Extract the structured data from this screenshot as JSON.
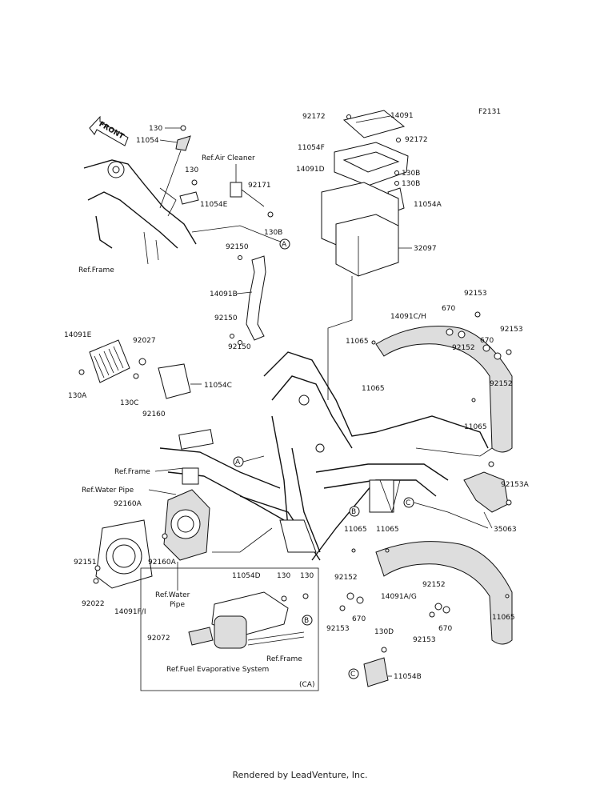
{
  "figure_code": "F2131",
  "front_arrow": "FRONT",
  "footer": "Rendered by LeadVenture, Inc.",
  "circle_refs": {
    "a": "A",
    "b": "B",
    "c": "C"
  },
  "labels": {
    "p130_top": "130",
    "p11054_top": "11054",
    "ref_air_cleaner": "Ref.Air Cleaner",
    "p130_mid": "130",
    "p92171": "92171",
    "p11054E": "11054E",
    "p130B_left": "130B",
    "ref_frame_top": "Ref.Frame",
    "p92150_a": "92150",
    "p14091B": "14091B",
    "p92150_b": "92150",
    "p92150_c": "92150",
    "p92172_left": "92172",
    "p14091": "14091",
    "p11054F": "11054F",
    "p92172_right": "92172",
    "p14091D": "14091D",
    "p130B_r1": "130B",
    "p130B_r2": "130B",
    "p11054A": "11054A",
    "p32097": "32097",
    "p92153_top": "92153",
    "p670_a": "670",
    "p14091CH": "14091C/H",
    "p92153_r": "92153",
    "p11065_a": "11065",
    "p92152_a": "92152",
    "p670_b": "670",
    "p11065_b": "11065",
    "p92152_b": "92152",
    "p11065_c": "11065",
    "p14091E": "14091E",
    "p92027": "92027",
    "p11054C": "11054C",
    "p130A": "130A",
    "p130C": "130C",
    "p92160": "92160",
    "ref_frame_mid": "Ref.Frame",
    "ref_water_pipe_a": "Ref.Water Pipe",
    "p92160A_a": "92160A",
    "p92160A_b": "92160A",
    "p92151": "92151",
    "p92022": "92022",
    "p14091FI": "14091F/I",
    "ref_water_pipe_b1": "Ref.Water",
    "ref_water_pipe_b2": "Pipe",
    "p92153A": "92153A",
    "p35063": "35063",
    "p11065_d": "11065",
    "p11065_e": "11065",
    "p92152_c": "92152",
    "p92152_d": "92152",
    "p14091AG": "14091A/G",
    "p670_c": "670",
    "p670_d": "670",
    "p92153_b": "92153",
    "p92153_c": "92153",
    "p11065_f": "11065",
    "p130D": "130D",
    "p11054B": "11054B",
    "p11054D": "11054D",
    "p130_box1": "130",
    "p130_box2": "130",
    "p92072": "92072",
    "ref_frame_box": "Ref.Frame",
    "ref_fuel_evap": "Ref.Fuel Evaporative System",
    "box_tag": "(CA)"
  }
}
